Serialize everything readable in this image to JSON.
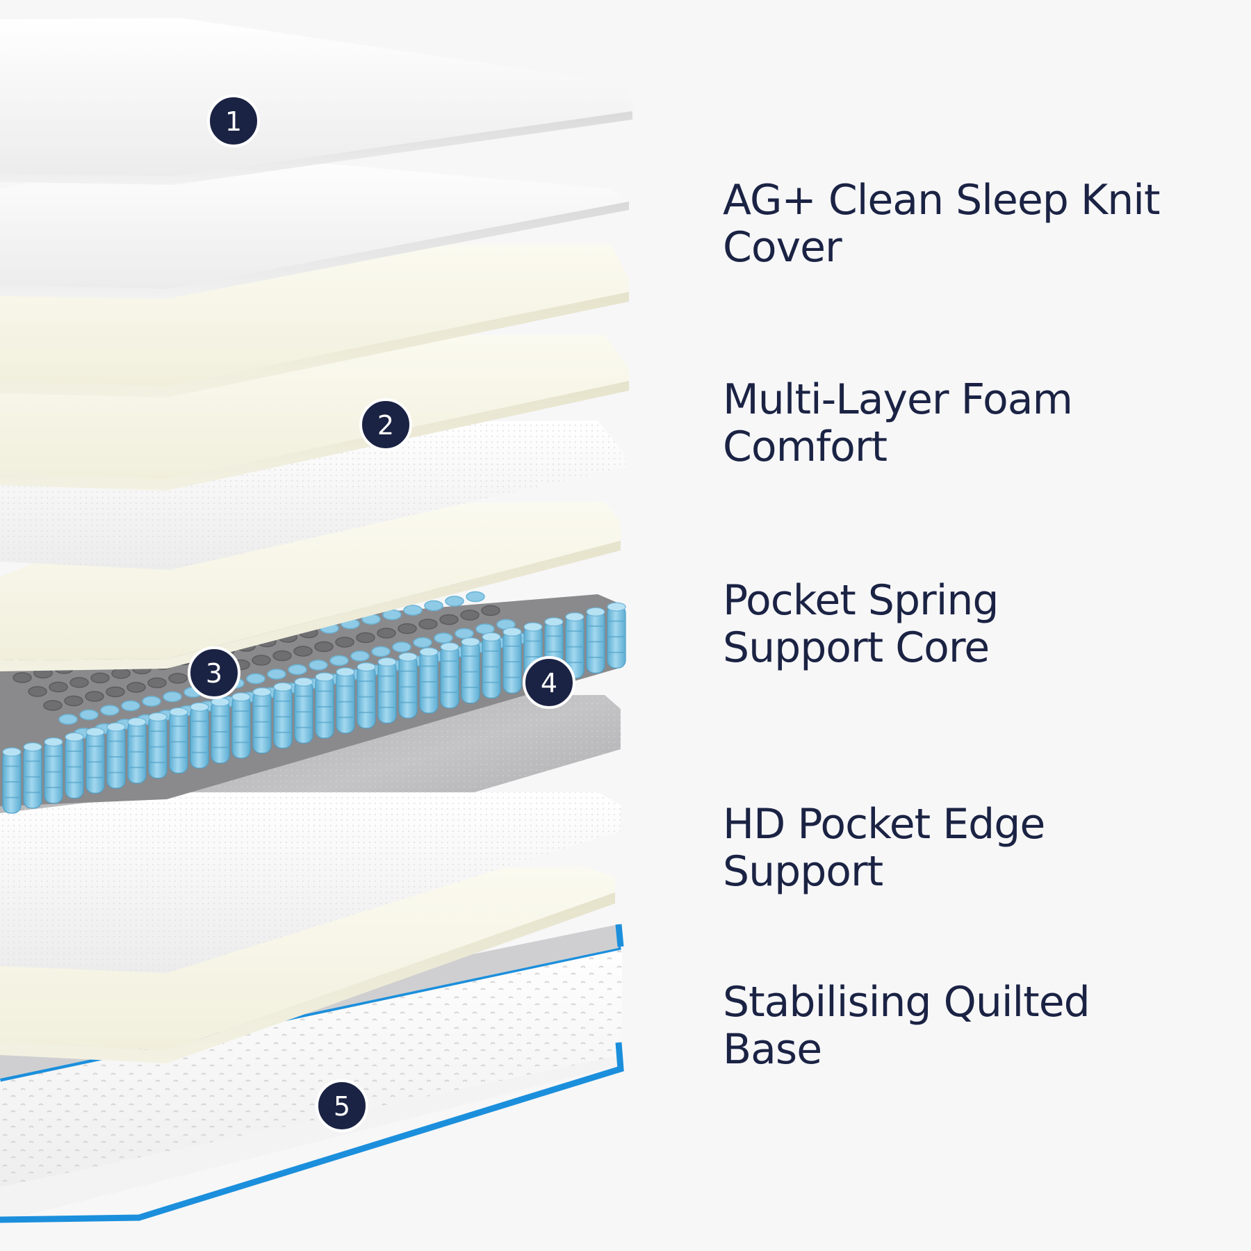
{
  "colors": {
    "background": "#f7f7f8",
    "callout_fill": "#1b2344",
    "label_text": "#1b2344",
    "knit_white": "#fbfbfb",
    "foam_cream": "#f5f3e4",
    "spring_blue": "#7cc2e2",
    "spring_grey": "#7e7e80",
    "felt_grey": "#b9b9bb",
    "piping_blue": "#1b8fdc"
  },
  "callouts": [
    {
      "number": "1"
    },
    {
      "number": "2"
    },
    {
      "number": "3"
    },
    {
      "number": "4"
    },
    {
      "number": "5"
    }
  ],
  "features": [
    {
      "line1": "AG+ Clean Sleep Knit",
      "line2": "Cover"
    },
    {
      "line1": "Multi-Layer Foam",
      "line2": "Comfort"
    },
    {
      "line1": "Pocket Spring",
      "line2": "Support Core"
    },
    {
      "line1": "HD Pocket Edge Support",
      "line2": ""
    },
    {
      "line1": "Stabilising Quilted",
      "line2": "Base"
    }
  ]
}
